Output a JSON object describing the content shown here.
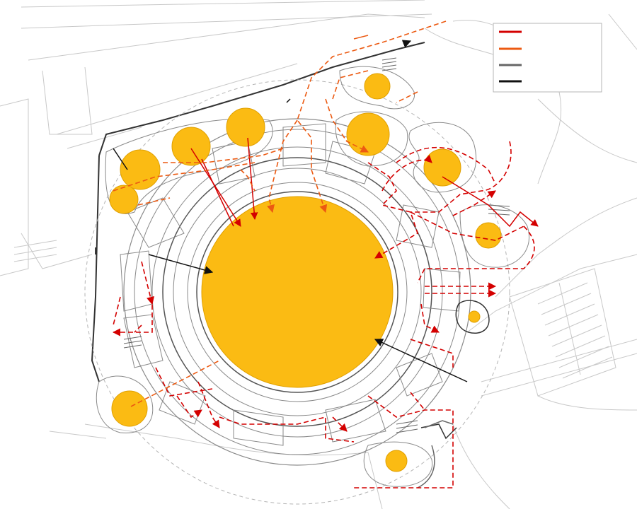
{
  "colors": {
    "background": "#ffffff",
    "context_line": "#c8c8c8",
    "building_line": "#8a8a8a",
    "building_dark": "#333333",
    "fill_circle": "#fbbb13",
    "fill_circle_edge": "#e0a000",
    "route_red": "#d40000",
    "route_orange": "#ec5a12",
    "route_grey": "#666666",
    "route_black": "#111111"
  },
  "legend": {
    "items": [
      {
        "name": "red-solid-route",
        "color": "#d40000",
        "label": ""
      },
      {
        "name": "orange-solid-route",
        "color": "#ec5a12",
        "label": ""
      },
      {
        "name": "grey-solid-route",
        "color": "#666666",
        "label": ""
      },
      {
        "name": "black-solid-route",
        "color": "#111111",
        "label": ""
      }
    ]
  }
}
